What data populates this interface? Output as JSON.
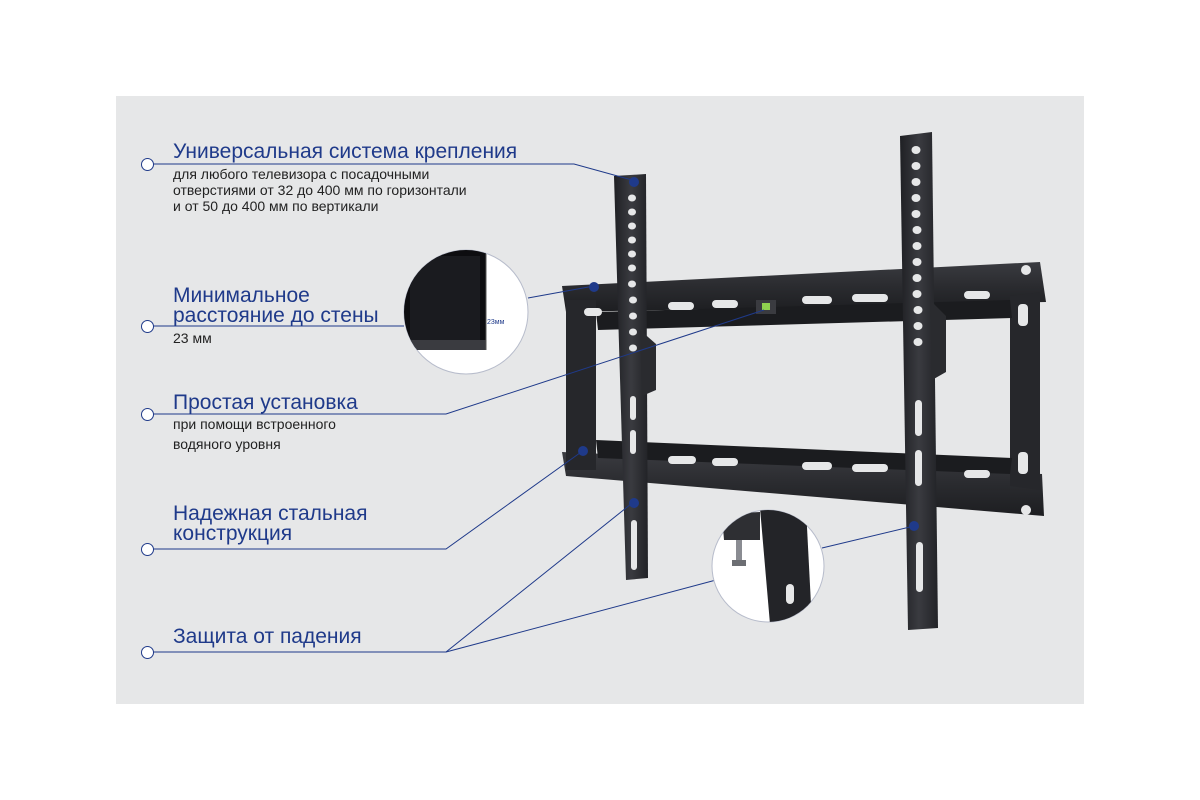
{
  "features": [
    {
      "title": "Универсальная система крепления",
      "description": [
        "для любого телевизора с посадочными",
        "отверстиями от 32 до 400 мм по горизонтали",
        "и от 50 до 400 мм по вертикали"
      ]
    },
    {
      "title": [
        "Минимальное",
        "расстояние до стены"
      ],
      "description": [
        "23 мм"
      ]
    },
    {
      "title": "Простая  установка",
      "description": [
        "при помощи встроенного",
        "водяного уровня"
      ]
    },
    {
      "title": [
        "Надежная стальная",
        "конструкция"
      ],
      "description": []
    },
    {
      "title": "Защита от падения",
      "description": []
    }
  ],
  "detail_callouts": {
    "wall_distance_label": "23мм"
  },
  "colors": {
    "accent": "#1f3a8a",
    "panel_background": "#e6e7e8",
    "bracket": "#2a2a2e"
  }
}
